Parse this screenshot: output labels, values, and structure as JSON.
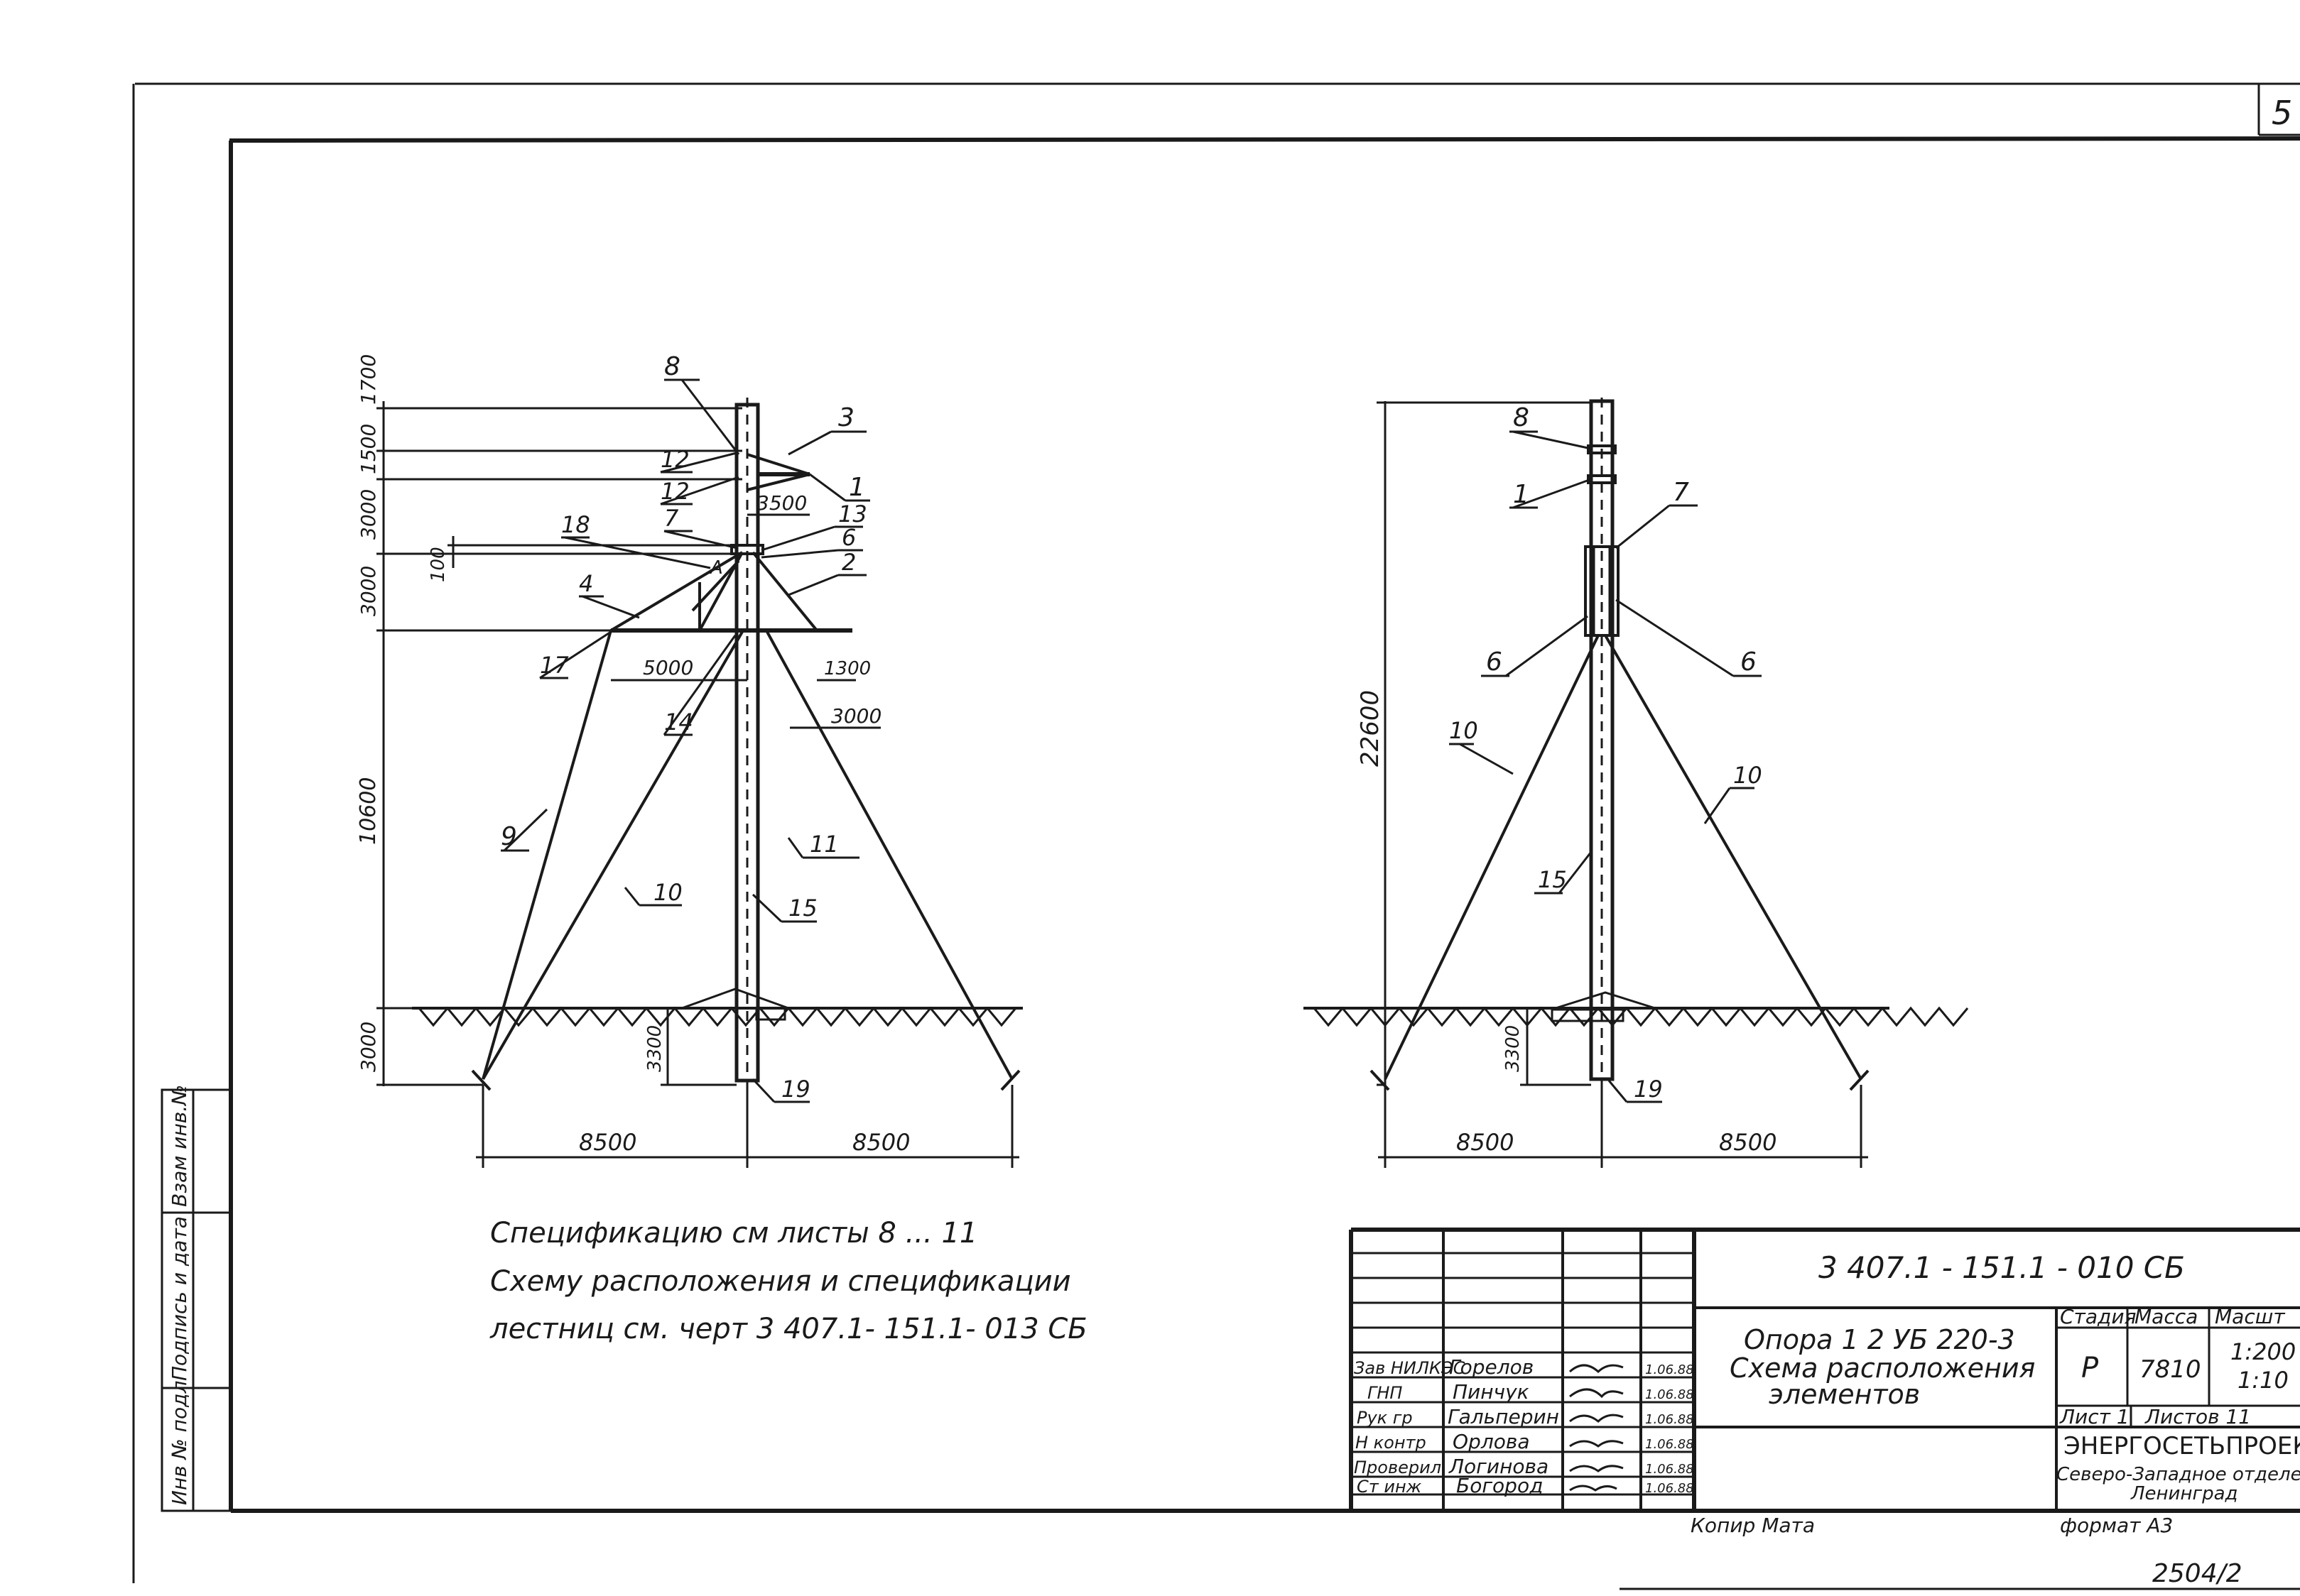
{
  "page_number": "5",
  "side_stamp": {
    "cells": [
      "Взам инв.№",
      "Подпись и дата",
      "Инв № подл"
    ]
  },
  "left_tower": {
    "dim_left": [
      "1700",
      "1500",
      "3000",
      "3000",
      "10600",
      "3000"
    ],
    "dim_small": "100",
    "dim_cross_upper": "3500",
    "dim_cross_lower": "5000",
    "dim_right_small": "1300",
    "dim_right_offset": "3000",
    "dim_embed": "3300",
    "dim_base_left": "8500",
    "dim_base_right": "8500",
    "detail_letter": "А",
    "labels": {
      "l8": "8",
      "l3": "3",
      "l12a": "12",
      "l12b": "12",
      "l1": "1",
      "l18": "18",
      "l7": "7",
      "l13": "13",
      "l6": "6",
      "l2": "2",
      "l4": "4",
      "l17": "17",
      "l14": "14",
      "l9": "9",
      "l10": "10",
      "l11": "11",
      "l15": "15",
      "l19": "19"
    }
  },
  "right_tower": {
    "dim_height": "22600",
    "dim_embed": "3300",
    "dim_base_left": "8500",
    "dim_base_right": "8500",
    "labels": {
      "l8": "8",
      "l1": "1",
      "l7": "7",
      "l6a": "6",
      "l6b": "6",
      "l10a": "10",
      "l10b": "10",
      "l15": "15",
      "l19": "19"
    }
  },
  "notes": {
    "line1": "Спецификацию см листы 8 ... 11",
    "line2": "Схему расположения и спецификации",
    "line3": "лестниц см. черт 3 407.1- 151.1- 013 СБ"
  },
  "title_block": {
    "doc_code": "3 407.1 - 151.1 - 010 СБ",
    "title_line1": "Опора 1 2 УБ 220-3",
    "title_line2": "Схема расположения",
    "title_line3": "элементов",
    "stage_header": "Стадия",
    "mass_header": "Масса",
    "scale_header": "Масшт",
    "stage_value": "Р",
    "mass_value": "7810",
    "scale_value1": "1:200",
    "scale_value2": "1:10",
    "sheet_label": "Лист 1",
    "sheets_label": "Листов 11",
    "org_name": "ЭНЕРГОСЕТЬПРОЕК",
    "org_dept": "Северо-Западное отделени",
    "org_city": "Ленинград",
    "signers": [
      {
        "role": "Зав НИЛКЭС",
        "name": "Горелов",
        "date": "1.06.88"
      },
      {
        "role": "ГНП",
        "name": "Пинчук",
        "date": "1.06.88"
      },
      {
        "role": "Рук гр",
        "name": "Гальперин",
        "date": "1.06.88"
      },
      {
        "role": "Н контр",
        "name": "Орлова",
        "date": "1.06.88"
      },
      {
        "role": "Проверил",
        "name": "Логинова",
        "date": "1.06.88"
      },
      {
        "role": "Ст инж",
        "name": "Богород",
        "date": "1.06.88"
      }
    ],
    "copied_by": "Копир Мата",
    "format": "формат А3"
  },
  "archive_number": "2504/2"
}
